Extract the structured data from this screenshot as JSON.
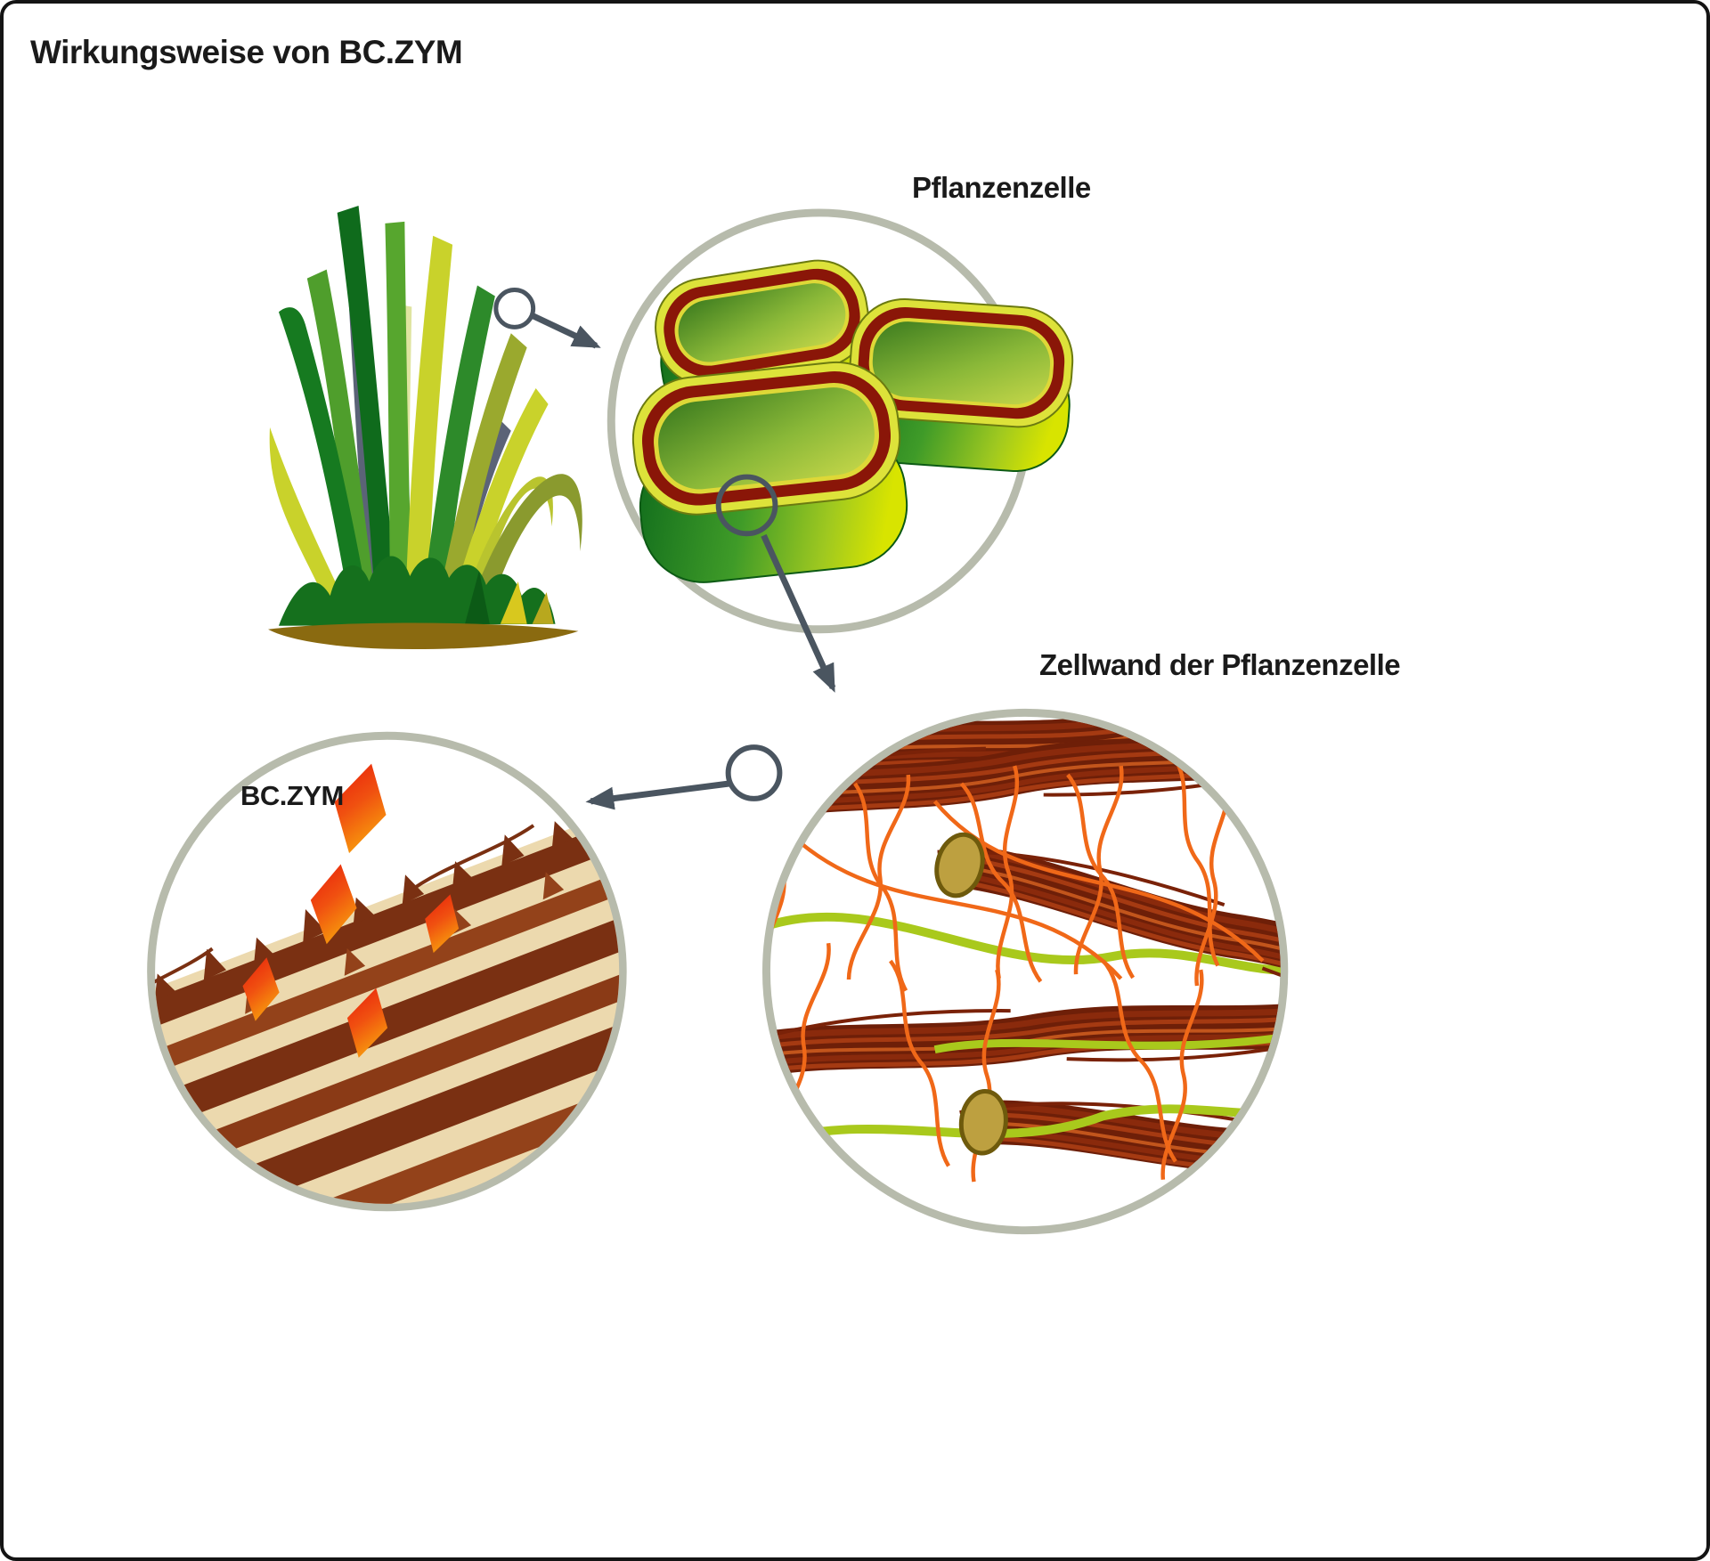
{
  "title": "Wirkungsweise von BC.ZYM",
  "labels": {
    "plant_cell": "Pflanzenzelle",
    "cell_wall": "Zellwand der Pflanzenzelle",
    "enzyme": "BC.ZYM"
  },
  "colors": {
    "background": "#ffffff",
    "frame": "#141414",
    "lens_outline": "#b7bbac",
    "arrow": "#4a5560",
    "cell_ring_red": "#8a1608",
    "cell_green_dark": "#0f6b1c",
    "cell_green_light": "#d8e400",
    "fiber_brown": "#7a2410",
    "strand_orange": "#f06818",
    "strand_green": "#a9c91c",
    "cap_khaki": "#bda040",
    "enzyme_red": "#e81e0c",
    "enzyme_orange": "#f8a00c",
    "closeup_background": "#ecd9ae",
    "closeup_fiber": "#7a3012",
    "grass_dark": "#0f6b1c",
    "grass_light": "#c9d22b"
  }
}
